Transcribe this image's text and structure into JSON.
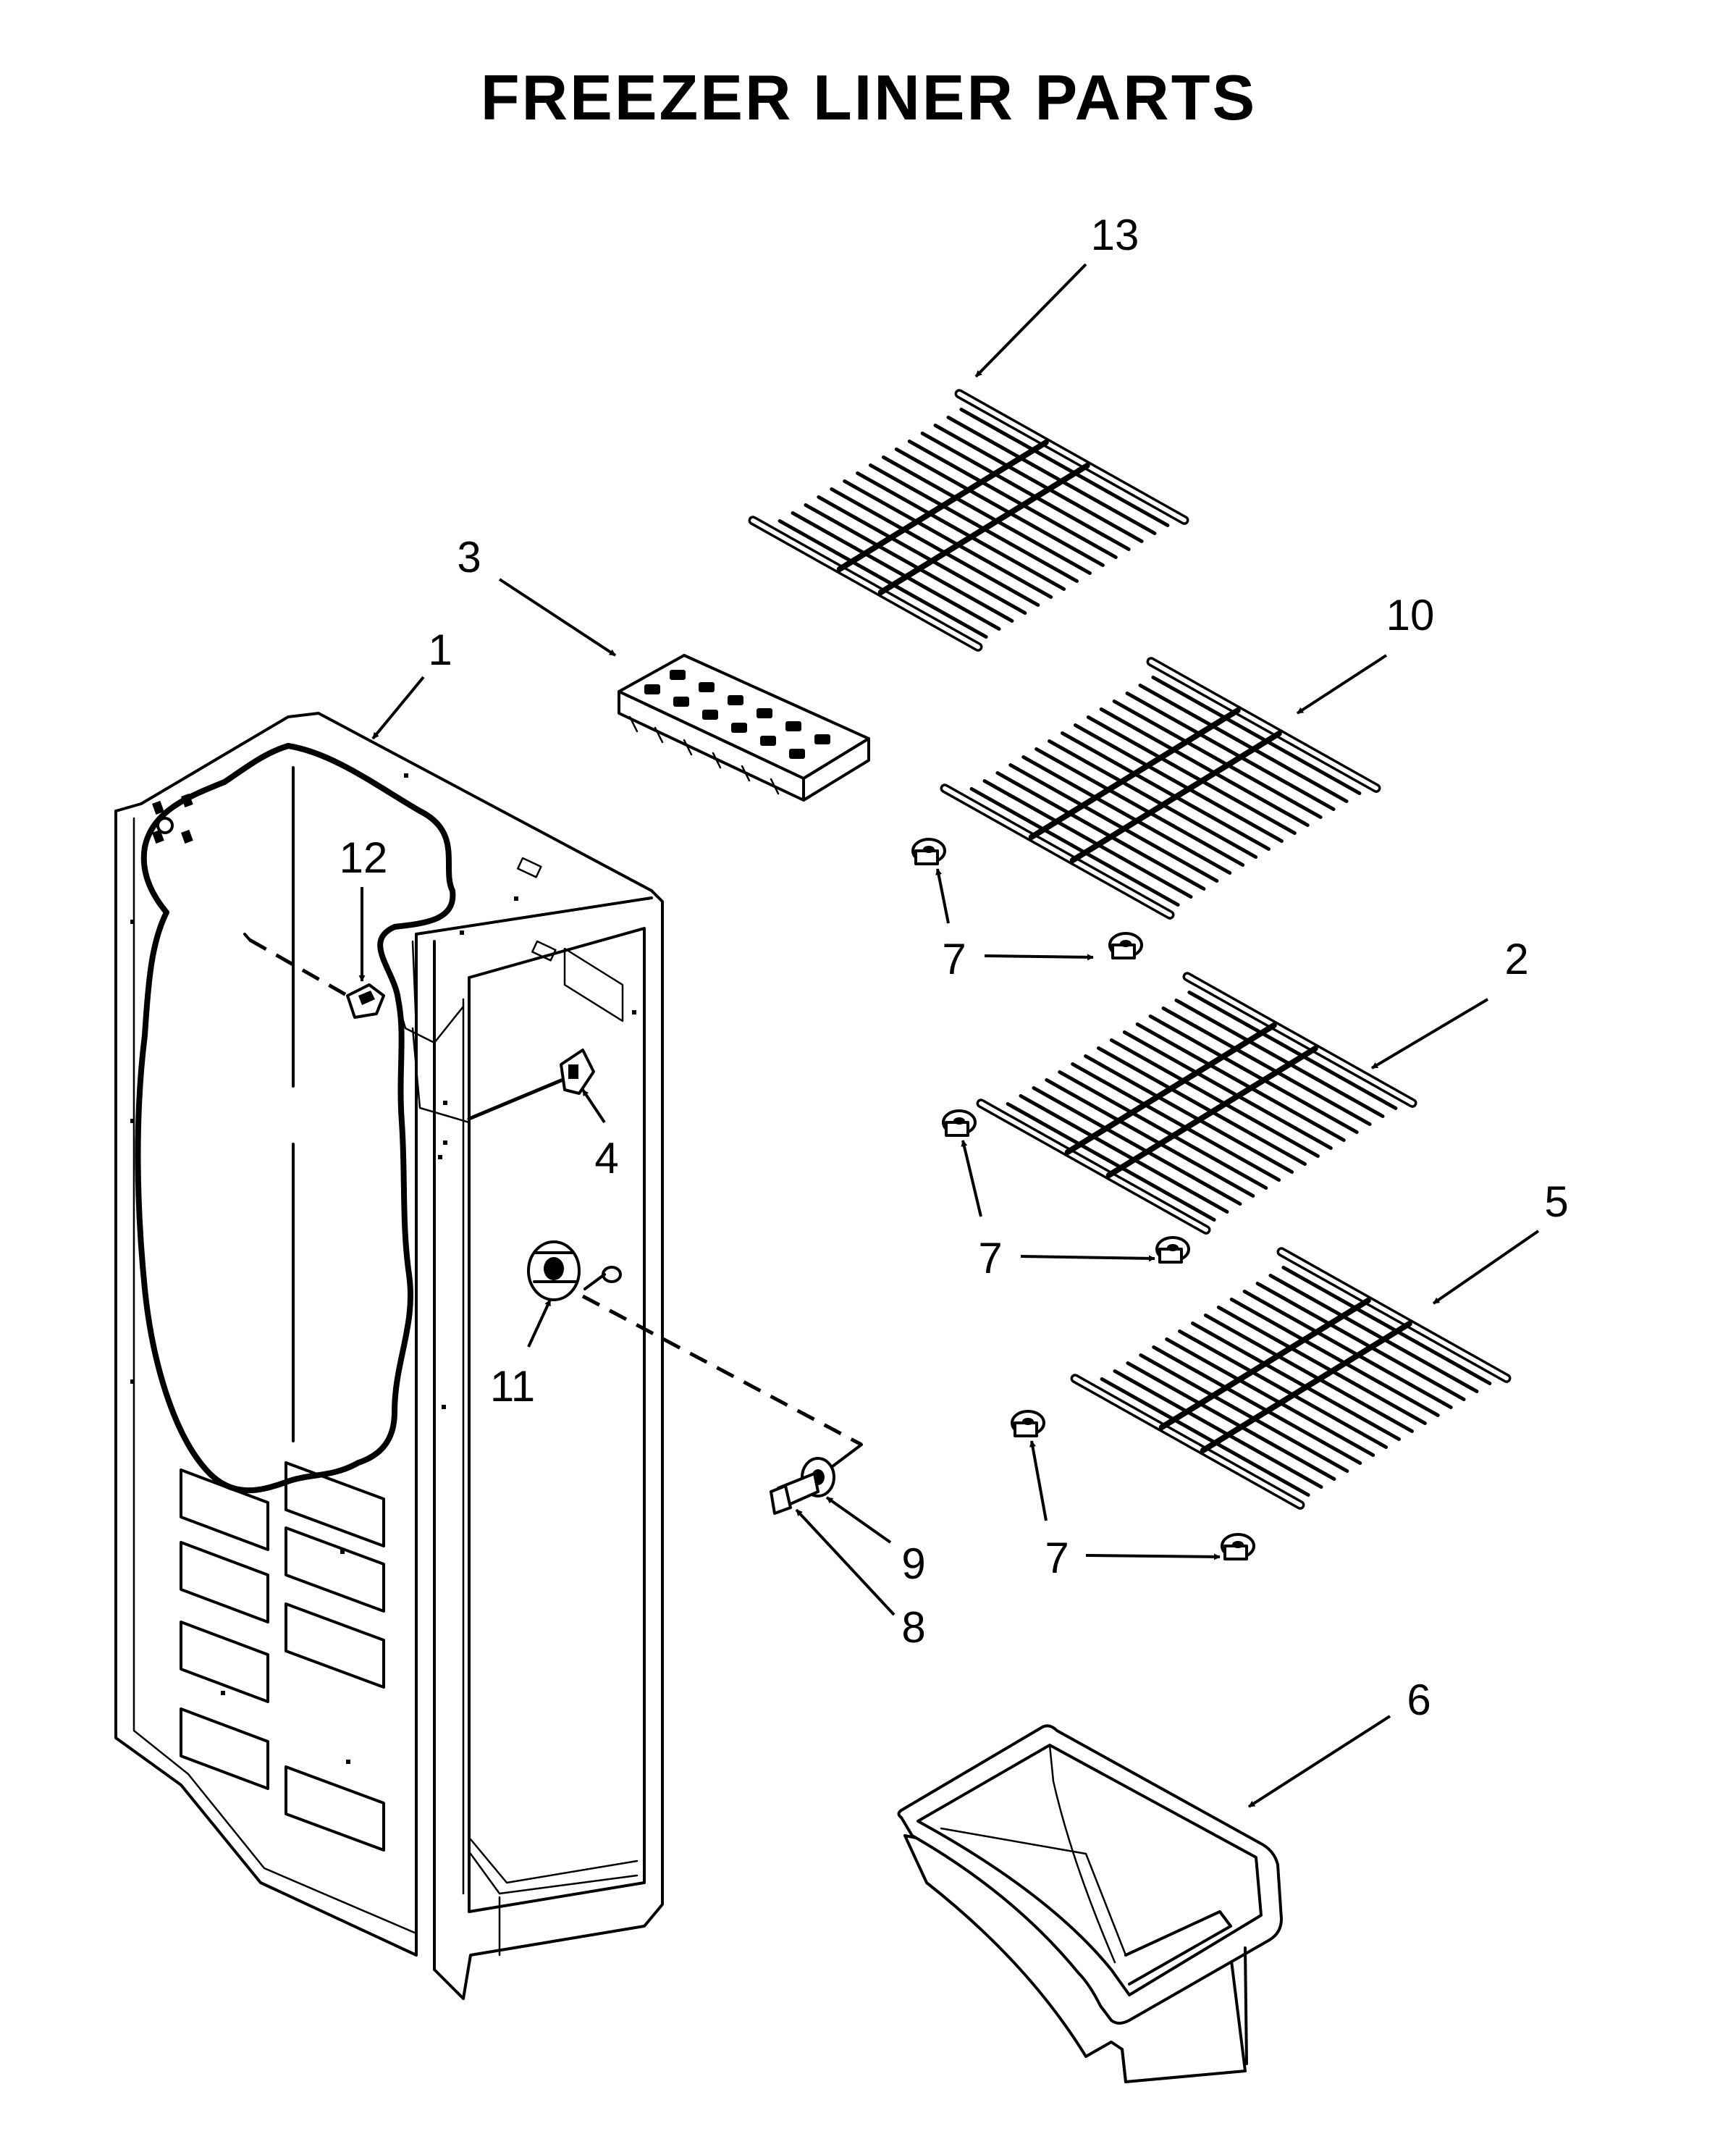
{
  "title": "FREEZER LINER PARTS",
  "callouts": [
    {
      "id": "1",
      "label": "1"
    },
    {
      "id": "2",
      "label": "2"
    },
    {
      "id": "3",
      "label": "3"
    },
    {
      "id": "4",
      "label": "4"
    },
    {
      "id": "5",
      "label": "5"
    },
    {
      "id": "6",
      "label": "6"
    },
    {
      "id": "7a",
      "label": "7"
    },
    {
      "id": "7b",
      "label": "7"
    },
    {
      "id": "7c",
      "label": "7"
    },
    {
      "id": "8",
      "label": "8"
    },
    {
      "id": "9",
      "label": "9"
    },
    {
      "id": "10",
      "label": "10"
    },
    {
      "id": "11",
      "label": "11"
    },
    {
      "id": "12",
      "label": "12"
    },
    {
      "id": "13",
      "label": "13"
    }
  ]
}
